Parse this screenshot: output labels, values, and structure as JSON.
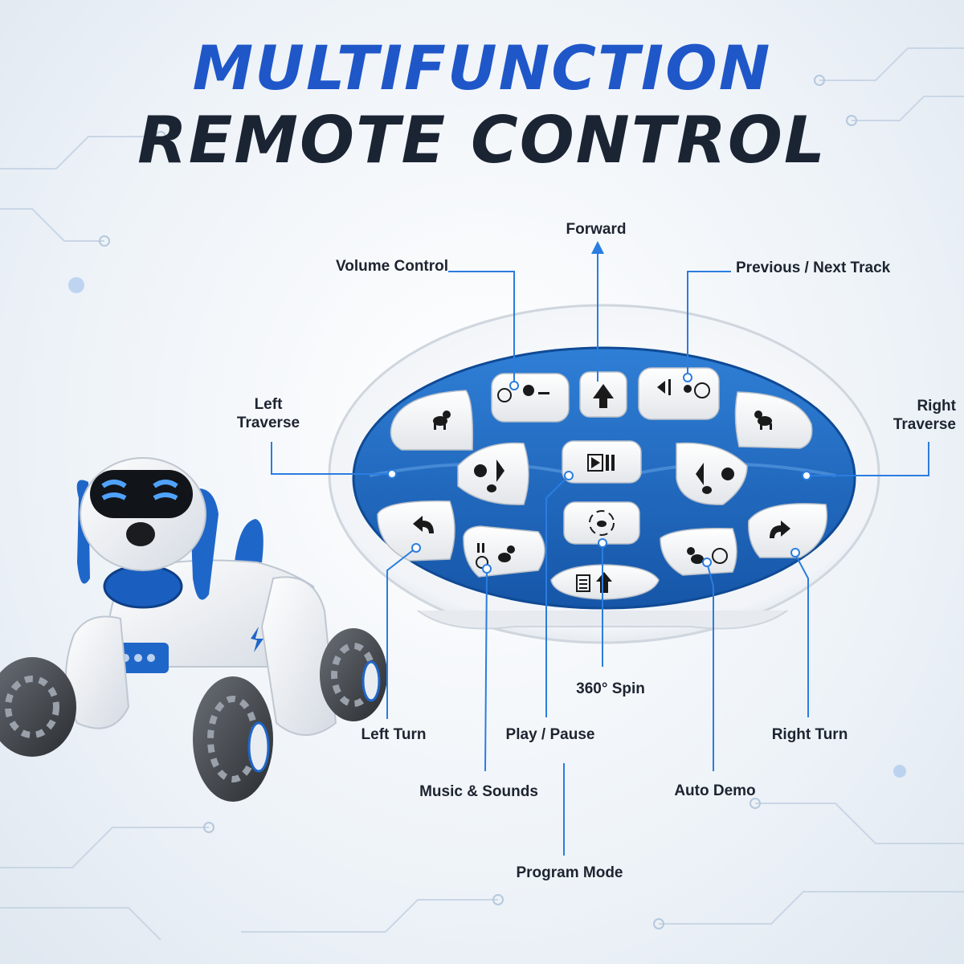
{
  "title": {
    "line1": "MULTIFUNCTION",
    "line2": "REMOTE CONTROL"
  },
  "labels": {
    "forward": "Forward",
    "volume_control": "Volume Control",
    "previous_next_track": "Previous / Next Track",
    "left_traverse_1": "Left",
    "left_traverse_2": "Traverse",
    "right_traverse_1": "Right",
    "right_traverse_2": "Traverse",
    "spin_360": "360° Spin",
    "left_turn": "Left Turn",
    "play_pause": "Play / Pause",
    "right_turn": "Right Turn",
    "music_sounds": "Music & Sounds",
    "auto_demo": "Auto Demo",
    "program_mode": "Program Mode"
  },
  "colors": {
    "accent_blue": "#1f57c9",
    "title_dark": "#1b2433",
    "remote_blue": "#1e66b8",
    "leader_line": "#2a7de1"
  },
  "icons": [
    "dog-icon",
    "volume-icon",
    "arrow-up-icon",
    "track-icon",
    "play-pause-icon",
    "spin-icon",
    "turn-left-icon",
    "turn-right-icon",
    "music-icon",
    "program-icon",
    "demo-icon"
  ]
}
